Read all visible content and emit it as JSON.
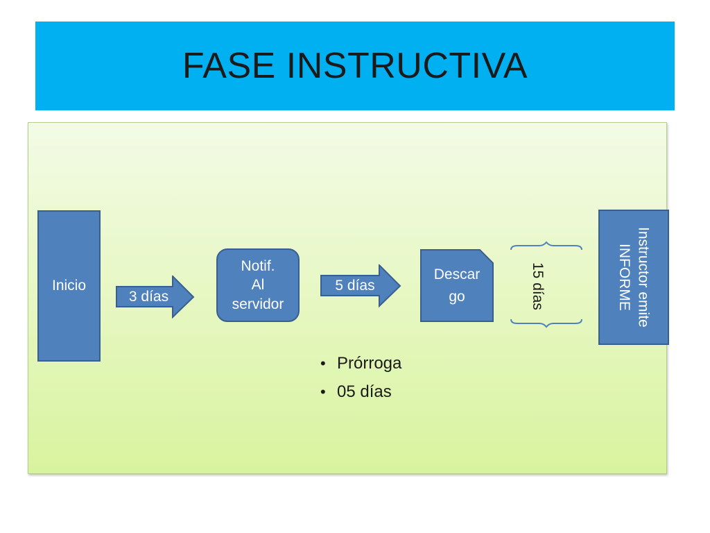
{
  "title": "FASE INSTRUCTIVA",
  "colors": {
    "title_bg": "#00b0f0",
    "box_fill": "#4f81bd",
    "box_border": "#3a5f8e",
    "panel_top": "#f3fbe6",
    "panel_bottom": "#d8f39f"
  },
  "flow": {
    "start": "Inicio",
    "arrow1": "3 días",
    "notif": "Notif.\nAl\nservidor",
    "arrow2": "5 días",
    "descargo": "Descar\ngo",
    "brace": "15 días",
    "final": "Instructor emite\nINFORME"
  },
  "bullets": [
    "Prórroga",
    "05 días"
  ]
}
